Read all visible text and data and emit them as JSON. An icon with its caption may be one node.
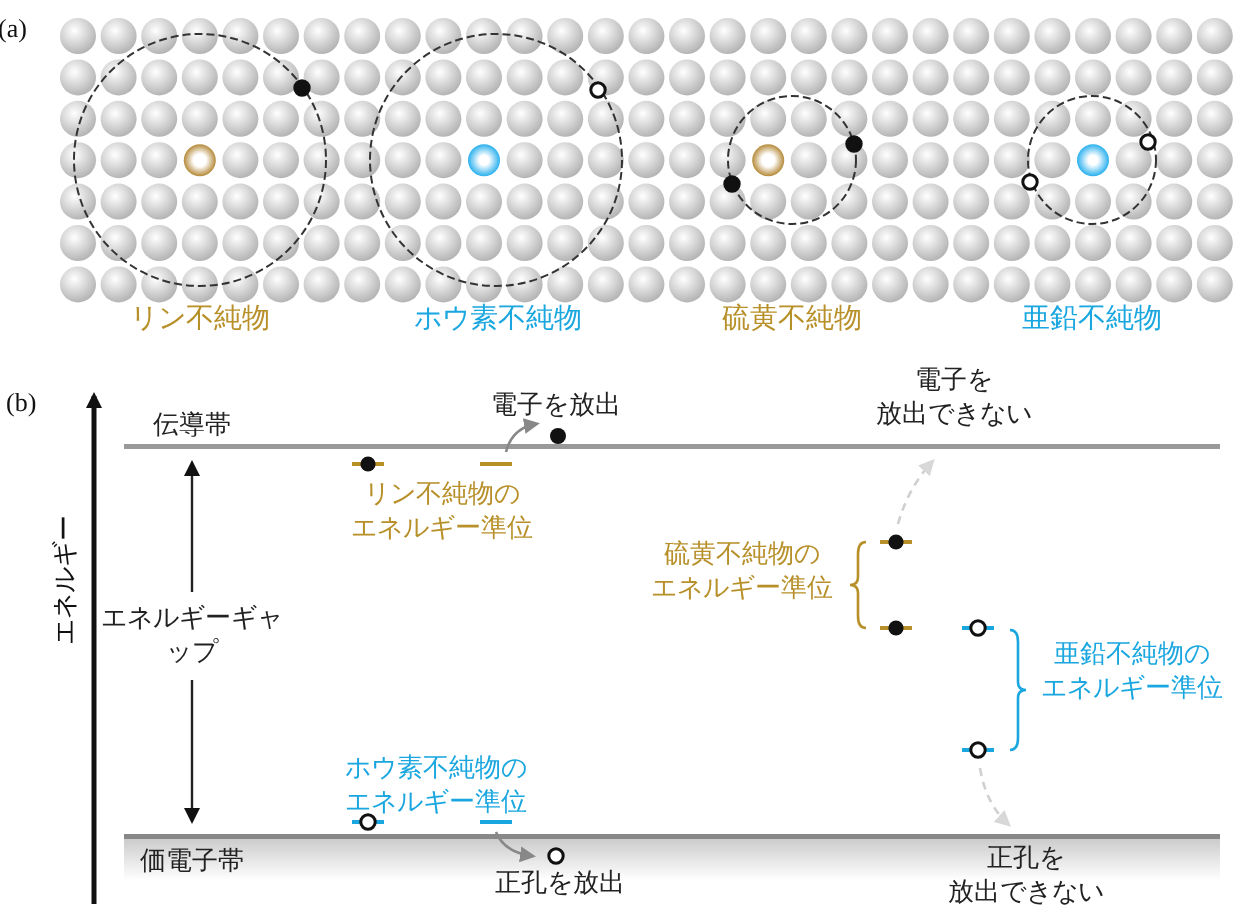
{
  "diagram": {
    "labels": [
      "(a)",
      "リン不純物",
      "ホウ素不純物",
      "硫黄不純物",
      "亜鉛不純物",
      "(b)",
      "エネルギー",
      "伝導帯",
      "電子を放出",
      "電子を放出できない",
      "リン不純物のエネルギー準位",
      "エネルギーギャップ",
      "硫黄不純物のエネルギー準位",
      "亜鉛不純物のエネルギー準位",
      "ホウ素不純物のエネルギー準位",
      "価電子帯",
      "正孔を放出",
      "正孔を放出できない"
    ]
  }
}
